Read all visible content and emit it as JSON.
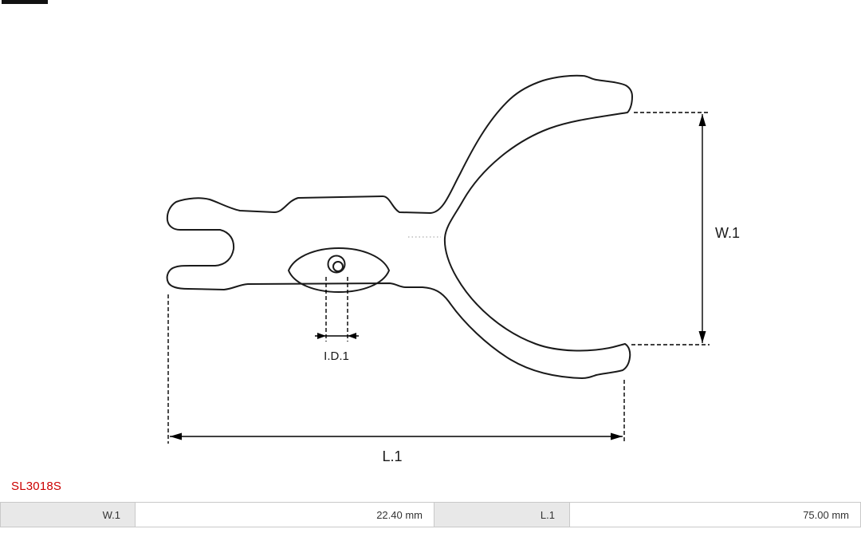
{
  "drawing": {
    "part_number": "SL3018S",
    "dimension_labels": {
      "width": "W.1",
      "length": "L.1",
      "inner_diameter": "I.D.1"
    },
    "colors": {
      "line": "#1a1a1a",
      "dimension": "#000000",
      "part_number": "#cc0000"
    }
  },
  "spec_table": {
    "rows": [
      {
        "label": "W.1",
        "value": "22.40 mm"
      },
      {
        "label": "L.1",
        "value": "75.00 mm"
      }
    ],
    "colors": {
      "label_bg": "#e8e8e8",
      "border": "#c9c9c9",
      "text": "#333333"
    }
  }
}
